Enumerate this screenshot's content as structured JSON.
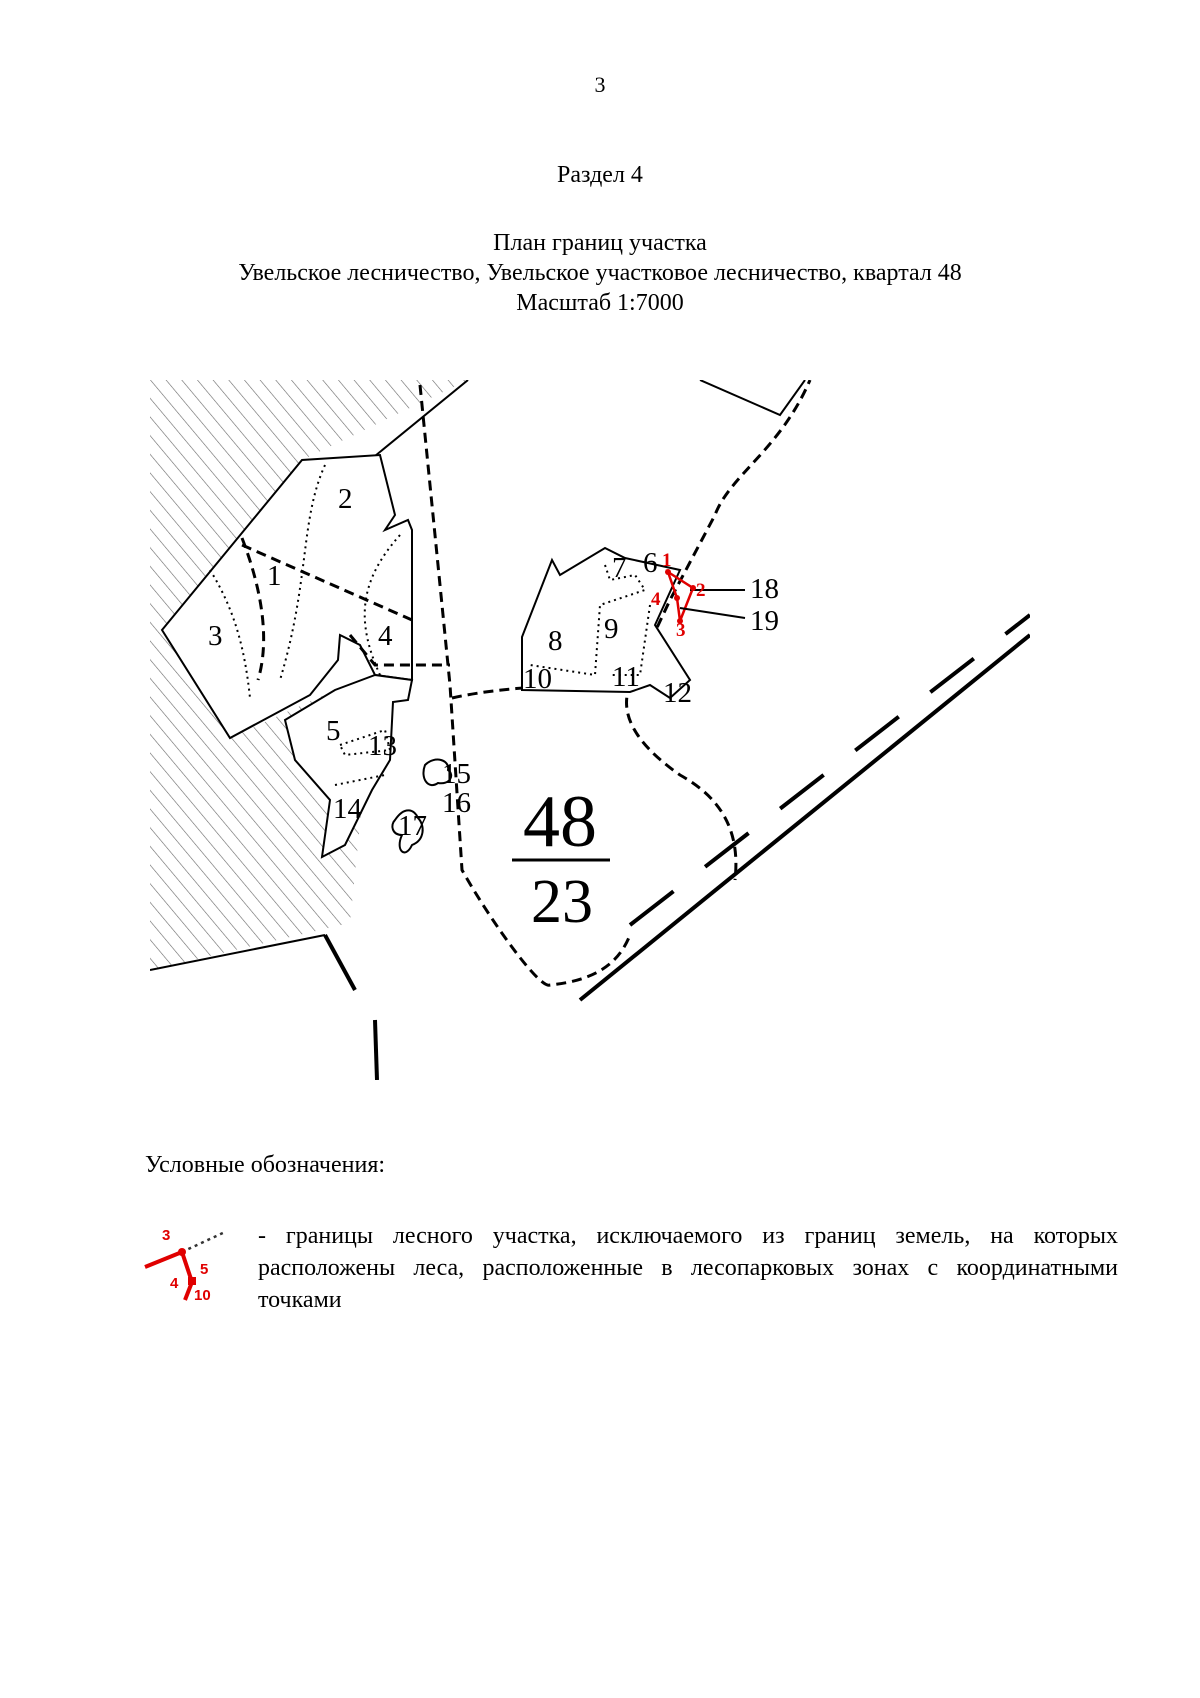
{
  "page_number": "3",
  "section_title": "Раздел 4",
  "plan": {
    "title": "План границ участка",
    "location": "Увельское лесничество, Увельское участковое лесничество, квартал 48",
    "scale": "Масштаб 1:7000"
  },
  "map": {
    "quarter_number": "48",
    "quarter_area": "23",
    "plot_labels": [
      "1",
      "2",
      "3",
      "4",
      "5",
      "6",
      "7",
      "8",
      "9",
      "10",
      "11",
      "12",
      "13",
      "14",
      "15",
      "16",
      "17",
      "18",
      "19"
    ],
    "point_labels": [
      "1",
      "2",
      "3",
      "4"
    ],
    "point_color": "#e00000"
  },
  "legend": {
    "title": "Условные обозначения:",
    "icon_points": [
      "3",
      "5",
      "4",
      "10"
    ],
    "description": "- границы лесного участка, исключаемого из границ земель, на которых расположены леса, расположенные в лесопарковых зонах с координатными точками"
  }
}
